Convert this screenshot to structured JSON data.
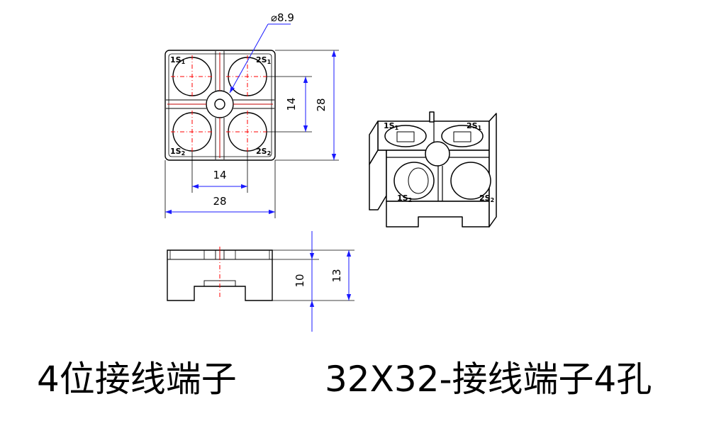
{
  "top_view": {
    "hole_diameter": "⌀8.9",
    "dim_right_inner": "14",
    "dim_right_outer": "28",
    "dim_bottom_inner": "14",
    "dim_bottom_outer": "28",
    "terminal_labels": {
      "top_left": [
        "1S",
        "1"
      ],
      "top_right": [
        "2S",
        "1"
      ],
      "bottom_left": [
        "1S",
        "2"
      ],
      "bottom_right": [
        "2S",
        "2"
      ]
    }
  },
  "side_view": {
    "dim_inner": "10",
    "dim_outer": "13"
  },
  "iso_view": {
    "terminal_labels": {
      "top_left": [
        "1S",
        "1"
      ],
      "top_right": [
        "2S",
        "1"
      ],
      "bottom_left": [
        "1S",
        "2"
      ],
      "bottom_right": [
        "2S",
        "2"
      ]
    }
  },
  "captions": {
    "left": "4位接线端子",
    "right": "32X32-接线端子4孔"
  },
  "colors": {
    "outline": "#000000",
    "dimension": "#1a1aff",
    "centerline": "#ff0000",
    "slot_highlight": "#c00000"
  }
}
